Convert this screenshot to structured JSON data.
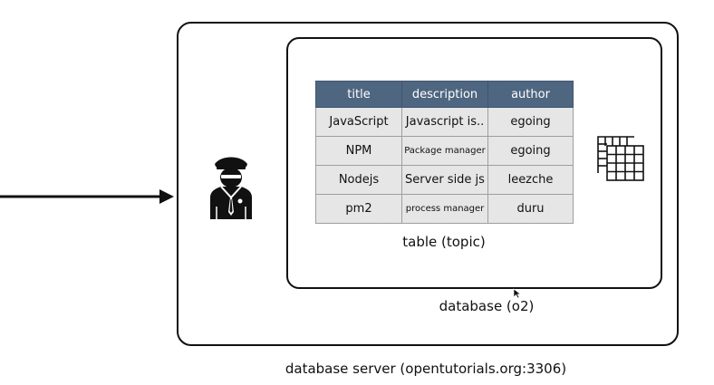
{
  "diagram": {
    "server_label": "database server (opentutorials.org:3306)",
    "database_label": "database (o2)",
    "table_label": "table (topic)"
  },
  "table": {
    "columns": [
      "title",
      "description",
      "author"
    ],
    "rows": [
      [
        "JavaScript",
        "Javascript is..",
        "egoing"
      ],
      [
        "NPM",
        "Package manager",
        "egoing"
      ],
      [
        "Nodejs",
        "Server side js",
        "leezche"
      ],
      [
        "pm2",
        "process manager",
        "duru"
      ]
    ]
  },
  "colors": {
    "header_bg": "#4f6680",
    "cell_bg": "#e6e6e6",
    "line": "#111111"
  },
  "icons": {
    "guard": "security-guard-icon",
    "table": "table-grid-icon",
    "arrow": "arrow-right-icon",
    "cursor": "mouse-cursor-icon"
  }
}
